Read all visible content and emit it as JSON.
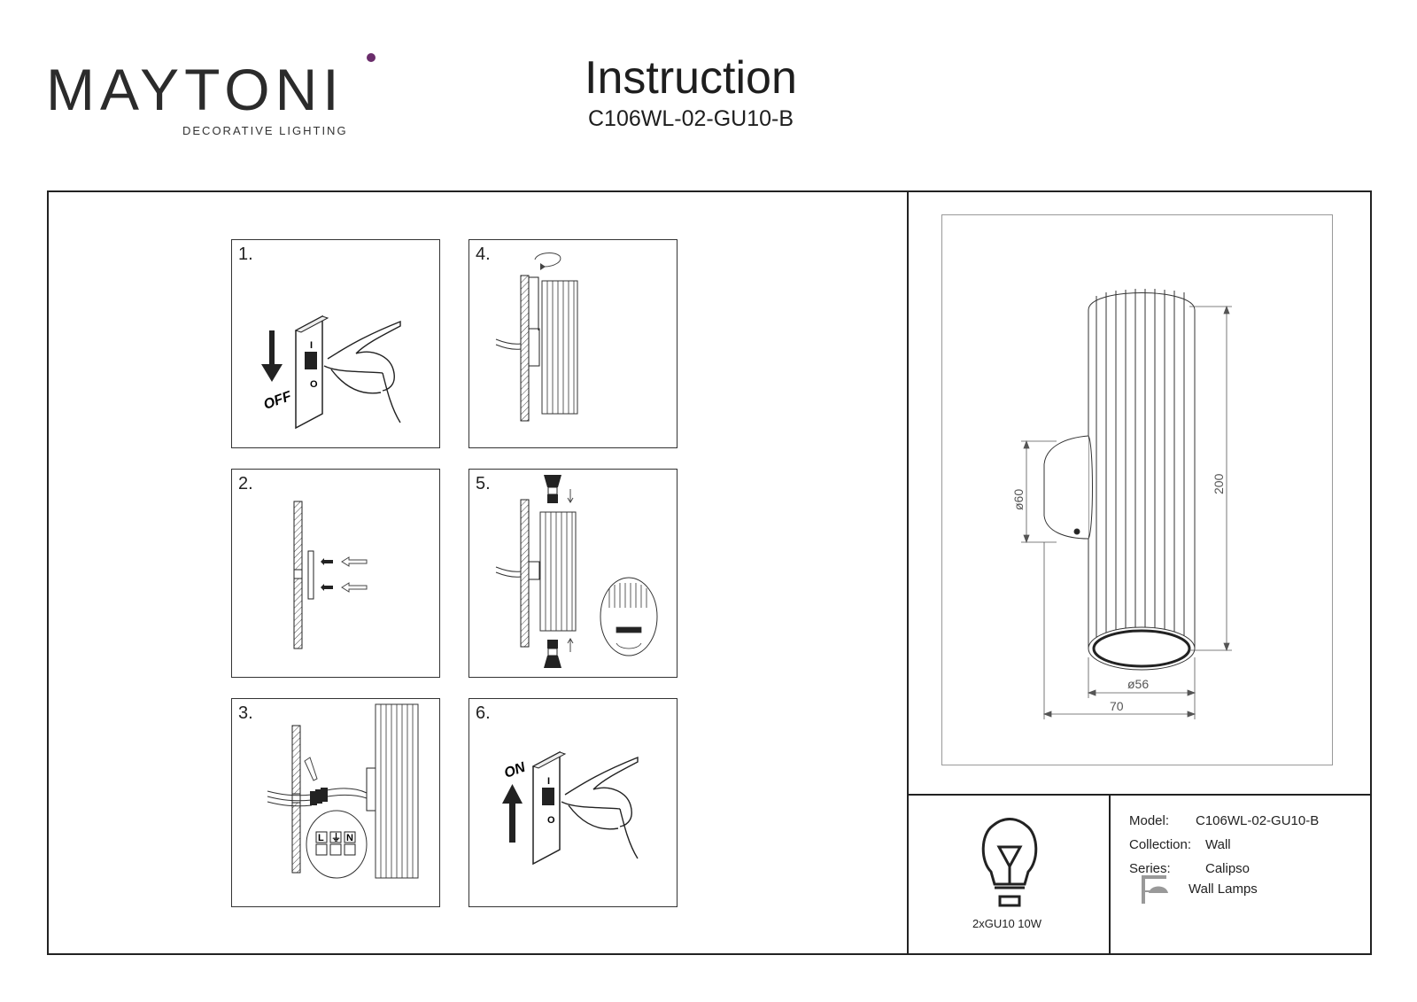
{
  "brand": {
    "name": "MAYTONI",
    "tagline": "DECORATIVE LIGHTING",
    "accent": "#6a2d6b"
  },
  "header": {
    "title": "Instruction",
    "model_code": "C106WL-02-GU10-B"
  },
  "steps": [
    {
      "num": "1.",
      "caption": "OFF",
      "switch_top": "I",
      "switch_bottom": "O"
    },
    {
      "num": "2."
    },
    {
      "num": "3.",
      "terminals": [
        "L",
        "⏚",
        "N"
      ]
    },
    {
      "num": "4."
    },
    {
      "num": "5."
    },
    {
      "num": "6.",
      "caption": "ON",
      "switch_top": "I",
      "switch_bottom": "O"
    }
  ],
  "dimensions": {
    "base_diameter": "ø60",
    "height": "200",
    "tube_diameter": "ø56",
    "depth": "70"
  },
  "lamp": {
    "label": "2xGU10 10W"
  },
  "specs": {
    "model_label": "Model:",
    "model_value": "C106WL-02-GU10-B",
    "collection_label": "Collection:",
    "collection_value": "Wall",
    "series_label": "Series:",
    "series_value": "Calipso",
    "category": "Wall Lamps"
  }
}
